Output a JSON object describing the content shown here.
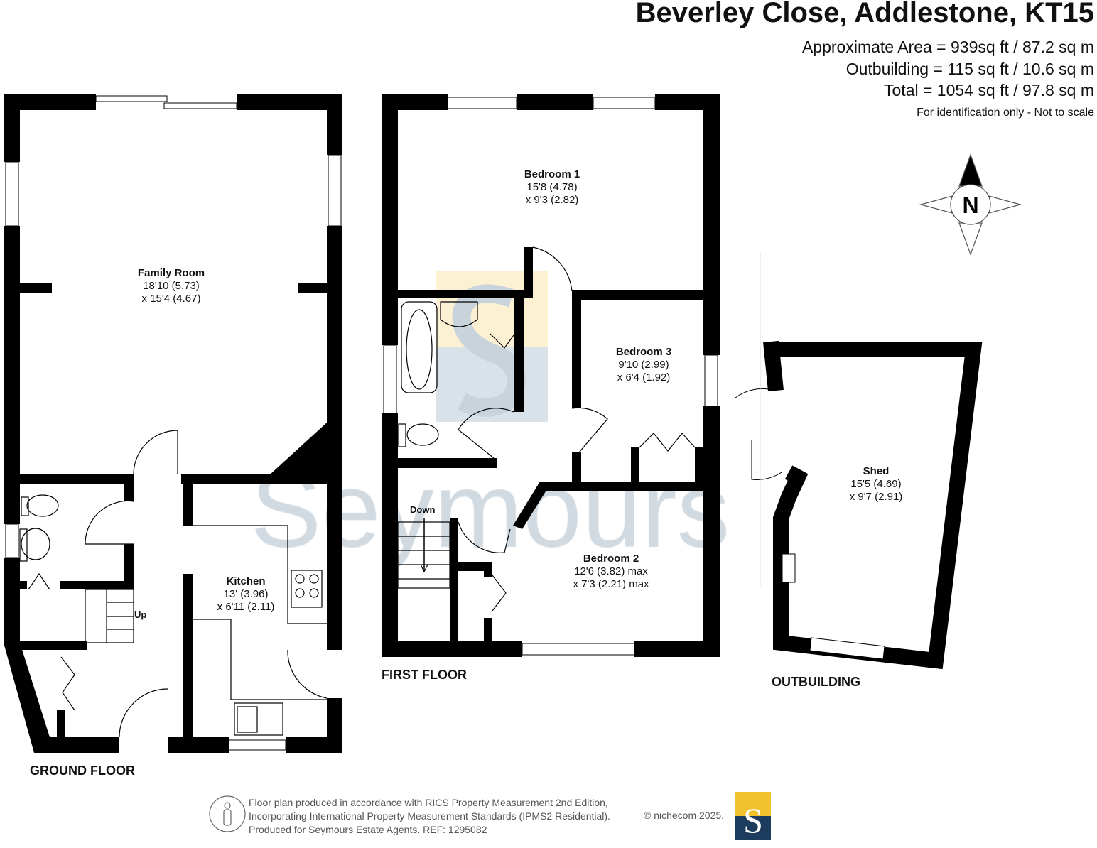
{
  "header": {
    "title": "Beverley Close, Addlestone, KT15",
    "area_lines": [
      "Approximate Area = 939sq ft / 87.2 sq m",
      "Outbuilding = 115 sq ft / 10.6 sq m",
      "Total = 1054 sq ft / 97.8 sq m"
    ],
    "note": "For identification only - Not to scale"
  },
  "compass": {
    "label": "N"
  },
  "watermark": {
    "text": "Seymours",
    "logo_letter": "S"
  },
  "floors": {
    "ground": {
      "label": "GROUND FLOOR",
      "rooms": [
        {
          "name": "Family Room",
          "dim1": "18'10 (5.73)",
          "dim2": "x 15'4 (4.67)"
        },
        {
          "name": "Kitchen",
          "dim1": "13' (3.96)",
          "dim2": "x 6'11 (2.11)"
        }
      ],
      "stairs_label": "Up"
    },
    "first": {
      "label": "FIRST FLOOR",
      "rooms": [
        {
          "name": "Bedroom 1",
          "dim1": "15'8 (4.78)",
          "dim2": "x 9'3 (2.82)"
        },
        {
          "name": "Bedroom 3",
          "dim1": "9'10 (2.99)",
          "dim2": "x 6'4 (1.92)"
        },
        {
          "name": "Bedroom 2",
          "dim1": "12'6 (3.82) max",
          "dim2": "x 7'3 (2.21) max"
        }
      ],
      "stairs_label": "Down"
    },
    "outbuilding": {
      "label": "OUTBUILDING",
      "rooms": [
        {
          "name": "Shed",
          "dim1": "15'5 (4.69)",
          "dim2": "x 9'7 (2.91)"
        }
      ]
    }
  },
  "footer": {
    "lines": [
      "Floor plan produced in accordance with RICS Property Measurement 2nd Edition,",
      "Incorporating International Property Measurement Standards (IPMS2 Residential).",
      "Produced for Seymours Estate Agents.   REF: 1295082"
    ],
    "copyright": "© nichecom 2025.",
    "logo_letter": "S"
  },
  "colors": {
    "wall": "#000000",
    "watermark": "#c9d3dc",
    "logo_yellow": "#f2c12e",
    "logo_navy": "#1d3b5c"
  }
}
